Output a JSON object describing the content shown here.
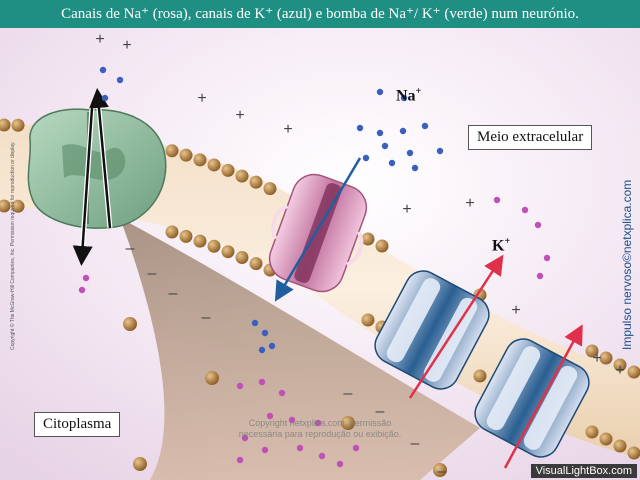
{
  "title": "Canais de Na⁺ (rosa), canais de K⁺ (azul) e bomba de Na⁺/ K⁺ (verde) num neurónio.",
  "labels": {
    "extracellular": "Meio extracelular",
    "cytoplasm": "Citoplasma",
    "na_ion": "Na",
    "k_ion": "K",
    "ion_charge": "+"
  },
  "side_credit": "Impulso nervoso©netxplica.com",
  "copyright_vertical": "Copyright © The McGraw-Hill Companies, Inc. Permission required for reproduction or display.",
  "watermark": {
    "line1": "Copyright netxplica.com: permissão",
    "line2": "necessária para reprodução ou exibição."
  },
  "badge": "VisualLightBox.com",
  "colors": {
    "title_bar": "#1f8f84",
    "na_channel": "#e0a8c8",
    "k_channel": "#2a6a9a",
    "pump": "#8fc0a0",
    "na_dots": "#3a5fc0",
    "k_dots": "#c050b8",
    "red_arrow": "#e0304a",
    "blue_arrow": "#1f5fa0"
  }
}
